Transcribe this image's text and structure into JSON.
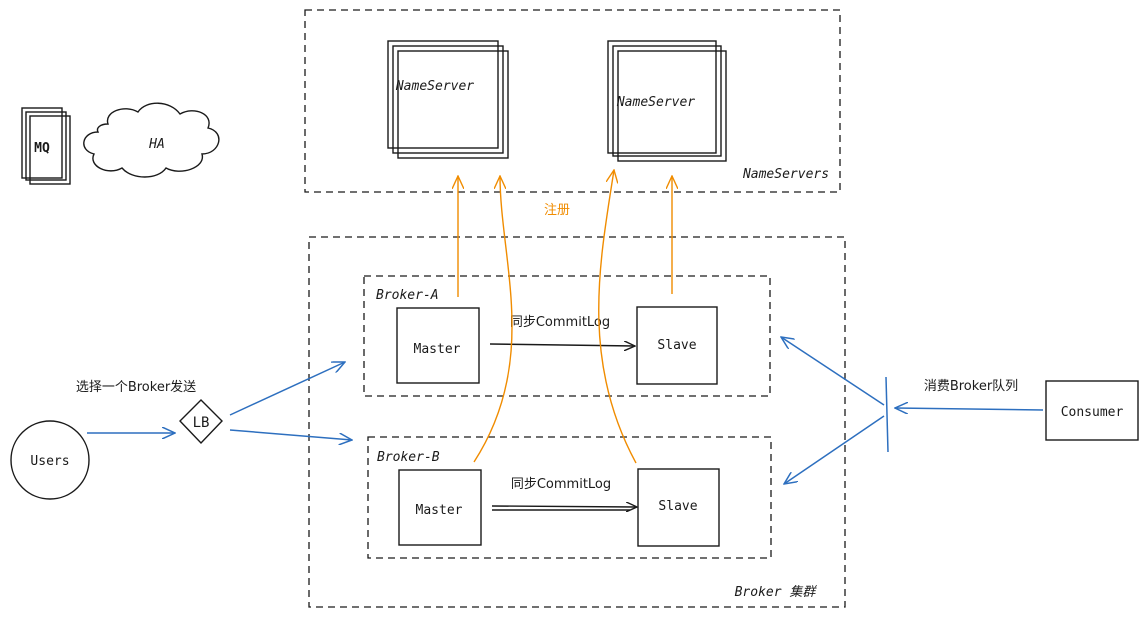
{
  "legend": {
    "mq_label": "MQ",
    "ha_label": "HA"
  },
  "nameservers": {
    "group_label": "NameServers",
    "server1_label": "NameServer",
    "server2_label": "NameServer",
    "register_label": "注册"
  },
  "broker_cluster": {
    "label": "Broker 集群",
    "broker_a": {
      "label": "Broker-A",
      "master_label": "Master",
      "slave_label": "Slave",
      "sync_label": "同步CommitLog"
    },
    "broker_b": {
      "label": "Broker-B",
      "master_label": "Master",
      "slave_label": "Slave",
      "sync_label": "同步CommitLog"
    }
  },
  "producer_side": {
    "users_label": "Users",
    "lb_label": "LB",
    "select_label": "选择一个Broker发送"
  },
  "consumer_side": {
    "consumer_label": "Consumer",
    "consume_label": "消费Broker队列"
  },
  "colors": {
    "ink": "#1a1a1a",
    "producer_arrows": "#2d6fbf",
    "register_arrows": "#f08c00"
  }
}
